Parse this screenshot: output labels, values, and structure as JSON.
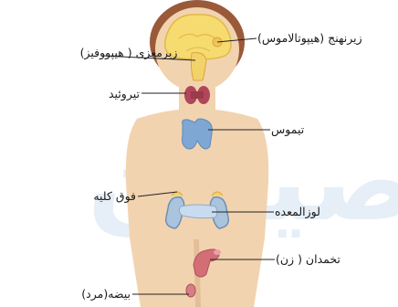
{
  "diagram": {
    "labels": {
      "hypothalamus": "زیرنهنج (هیپوتالاموس)",
      "pituitary": "زیرمغزی ( هیپووفیز)",
      "thyroid": "تیروئید",
      "thymus": "تیموس",
      "adrenal": "فوق کلیه",
      "pancreas": "لوزالمعده",
      "ovary": "تخمدان ( زن)",
      "testis": "بیضه(مرد)"
    },
    "watermark": "نصیبان",
    "colors": {
      "skin": "#F2D3B0",
      "hair": "#9A5A3A",
      "brain": "#F6DB70",
      "thyroid": "#B0465A",
      "thymus": "#7FA7D3",
      "adrenal": "#AAC4DE",
      "pancreas": "#C8DCEF",
      "ovary": "#D46E76",
      "testis": "#D77E84",
      "leader_line": "#222222",
      "watermark": "#E4EEF7"
    }
  }
}
